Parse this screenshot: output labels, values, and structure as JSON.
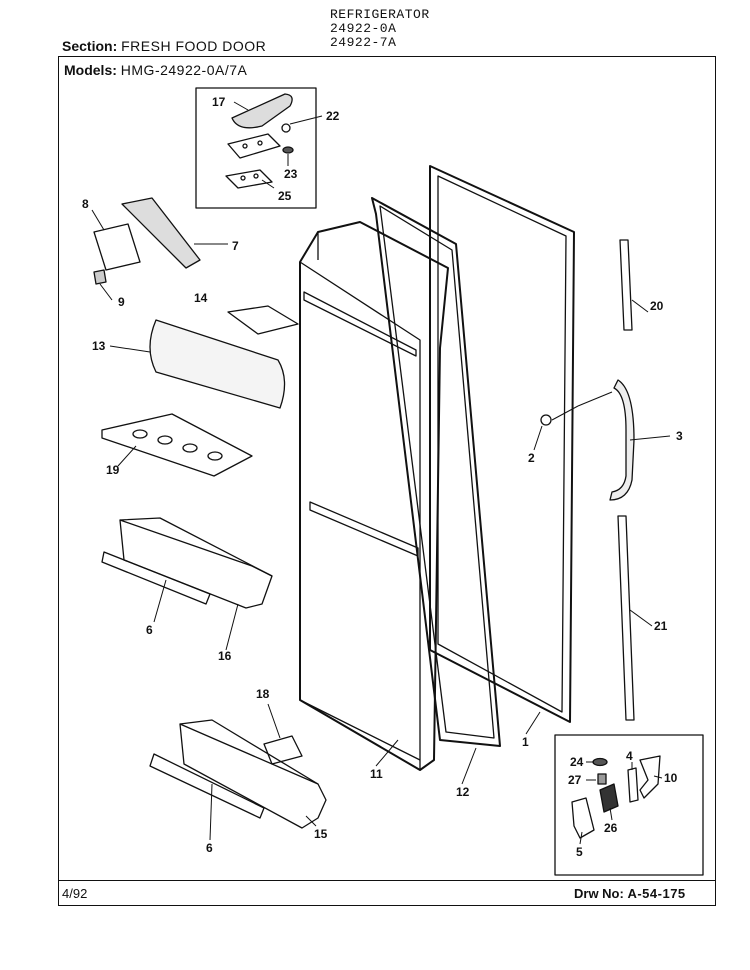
{
  "header": {
    "product": "REFRIGERATOR",
    "model_a": "24922-0A",
    "model_b": "24922-7A",
    "section_label": "Section:",
    "section_value": "FRESH FOOD DOOR",
    "models_label": "Models:",
    "models_value": "HMG-24922-0A/7A"
  },
  "footer": {
    "date": "4/92",
    "drw_label": "Drw No:",
    "drw_value": "A-54-175"
  },
  "callouts": {
    "c1": "1",
    "c2": "2",
    "c3": "3",
    "c4": "4",
    "c5": "5",
    "c6a": "6",
    "c6b": "6",
    "c7": "7",
    "c8": "8",
    "c9": "9",
    "c10": "10",
    "c11": "11",
    "c12": "12",
    "c13": "13",
    "c14": "14",
    "c15": "15",
    "c16": "16",
    "c17": "17",
    "c18": "18",
    "c19": "19",
    "c20": "20",
    "c21": "21",
    "c22": "22",
    "c23": "23",
    "c24": "24",
    "c25": "25",
    "c26": "26",
    "c27": "27"
  }
}
